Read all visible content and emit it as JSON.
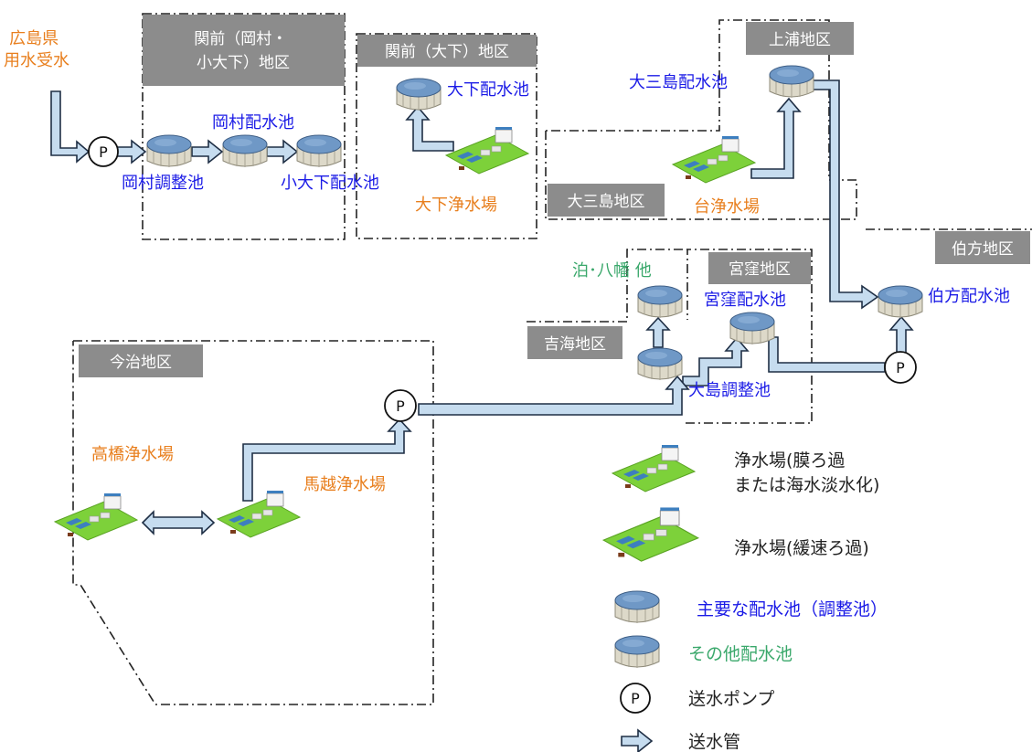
{
  "colors": {
    "orange": "#e87f1e",
    "blue": "#1a1ae6",
    "green": "#3aa86b",
    "badge_bg": "#8c8c8c",
    "badge_text": "#ffffff",
    "pipe_fill": "#c6dcef",
    "pipe_stroke": "#1f2f45",
    "plant_grass": "#7dd13a",
    "tank_top": "#6f98c6",
    "tank_body": "#ddd9c9"
  },
  "districts": {
    "okamura": "関前（岡村・\n小大下）地区",
    "oge": "関前（大下）地区",
    "kamiura": "上浦地区",
    "omishima": "大三島地区",
    "hakata": "伯方地区",
    "miyakubo": "宮窪地区",
    "yoshiumi": "吉海地区",
    "imabari": "今治地区"
  },
  "labels": {
    "hiroshima_supply": "広島県\n用水受水",
    "okamura_reservoir": "岡村配水池",
    "okamura_regulating": "岡村調整池",
    "kooge_reservoir": "小大下配水池",
    "oge_reservoir": "大下配水池",
    "oge_plant": "大下浄水場",
    "omishima_reservoir": "大三島配水池",
    "dai_plant": "台浄水場",
    "hakata_reservoir": "伯方配水池",
    "miyakubo_reservoir": "宮窪配水池",
    "oshima_regulating": "大島調整池",
    "tomari_yawata": "泊･八幡 他",
    "takahashi_plant": "高橋浄水場",
    "umakoshi_plant": "馬越浄水場",
    "pump": "P"
  },
  "legend": {
    "plant_membrane": "浄水場(膜ろ過\nまたは海水淡水化)",
    "plant_slow": "浄水場(緩速ろ過)",
    "main_reservoir": "主要な配水池（調整池）",
    "other_reservoir": "その他配水池",
    "pump": "送水ポンプ",
    "pipe": "送水管"
  }
}
